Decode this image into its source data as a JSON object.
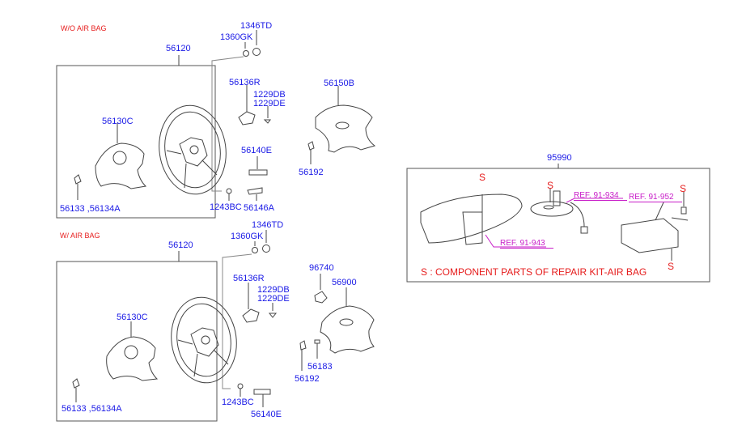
{
  "sections": {
    "without_airbag": {
      "title": "W/O AIR BAG",
      "assembly": "56120",
      "parts": {
        "nut": "1346TD",
        "washer": "1360GK",
        "bracket": "56136R",
        "screw_a": "1229DB",
        "screw_b": "1229DE",
        "pad": "56130C",
        "emblem": "56133 ,56134A",
        "bolt": "1243BC",
        "switch": "56140E",
        "plate": "56146A",
        "cover": "56150B",
        "clip": "56192"
      }
    },
    "with_airbag": {
      "title": "W/ AIR BAG",
      "assembly": "56120",
      "parts": {
        "nut": "1346TD",
        "washer": "1360GK",
        "bracket": "56136R",
        "screw_a": "1229DB",
        "screw_b": "1229DE",
        "pad": "56130C",
        "emblem": "56133 ,56134A",
        "bolt": "1243BC",
        "switch": "56140E",
        "horn": "96740",
        "airbag_module": "56900",
        "retainer": "56183",
        "clip": "56192"
      }
    },
    "repair_kit": {
      "assembly": "95990",
      "marker": "S",
      "refs": [
        "REF. 91-943",
        "REF. 91-934",
        "REF. 91-952"
      ],
      "note": "S : COMPONENT PARTS OF REPAIR KIT-AIR BAG"
    }
  },
  "colors": {
    "label": "#1a1ae6",
    "title": "#e61c1c",
    "ref": "#c81ec8",
    "line": "#333333"
  }
}
